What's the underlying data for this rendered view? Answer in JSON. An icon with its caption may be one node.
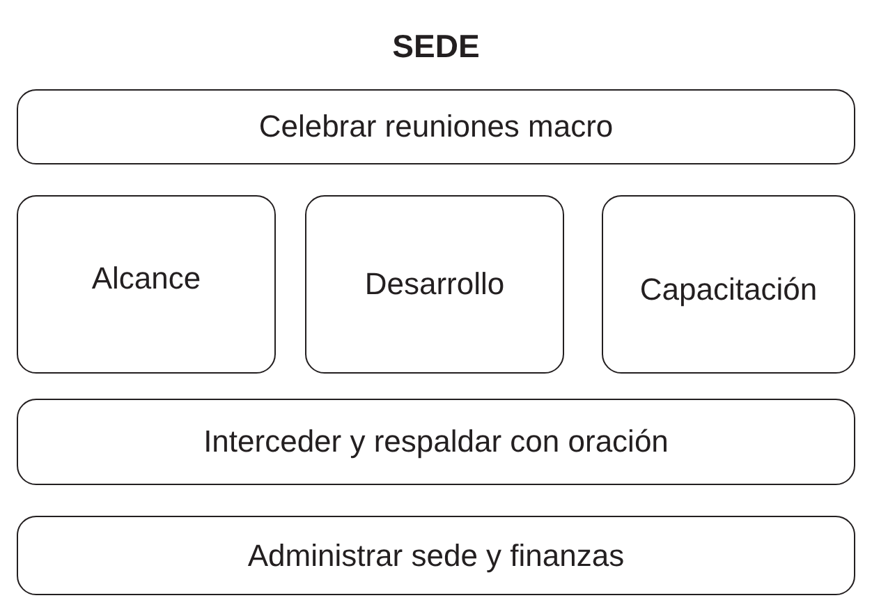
{
  "diagram": {
    "title": "SEDE",
    "nodes": [
      {
        "text": [
          "Celebrar reuniones macro"
        ]
      },
      {
        "text": [
          "Alcance"
        ]
      },
      {
        "text": [
          "Desarrollo"
        ]
      },
      {
        "text": [
          "Capacitación"
        ]
      },
      {
        "text": [
          "Interceder y respaldar con oración"
        ]
      },
      {
        "text": [
          "Administrar sede y finanzas"
        ]
      }
    ]
  }
}
